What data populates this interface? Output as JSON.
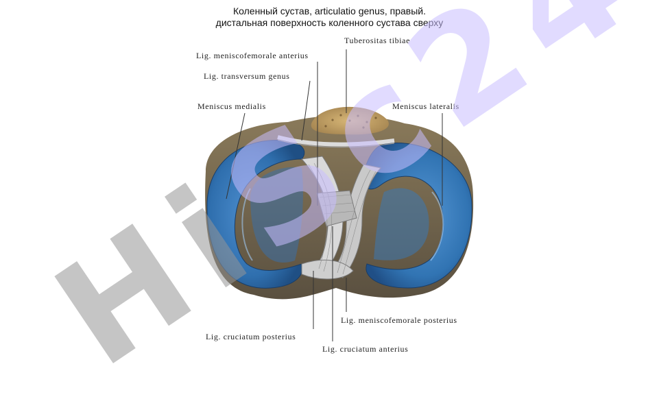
{
  "title": {
    "line1": "Коленный сустав, articulatio genus, правый.",
    "line2": "дистальная поверхность коленного сустава сверху"
  },
  "labels": {
    "tuberositas": "Tuberositas tibiae",
    "menisco_ant": "Lig. meniscofemorale anterius",
    "transversum": "Lig. transversum genus",
    "med_meniscus": "Meniscus medialis",
    "lat_meniscus": "Meniscus lateralis",
    "menisco_post": "Lig. meniscofemorale posterius",
    "cruciatum_post": "Lig. cruciatum posterius",
    "cruciatum_ant": "Lig. cruciatum anterius"
  },
  "watermark": {
    "part1": "Hi",
    "part2": "Sc24"
  },
  "colors": {
    "meniscus": "#3a7fc0",
    "bone": "#c9a86a",
    "watermark_purple": "#c8beff",
    "watermark_gray": "#969696"
  }
}
